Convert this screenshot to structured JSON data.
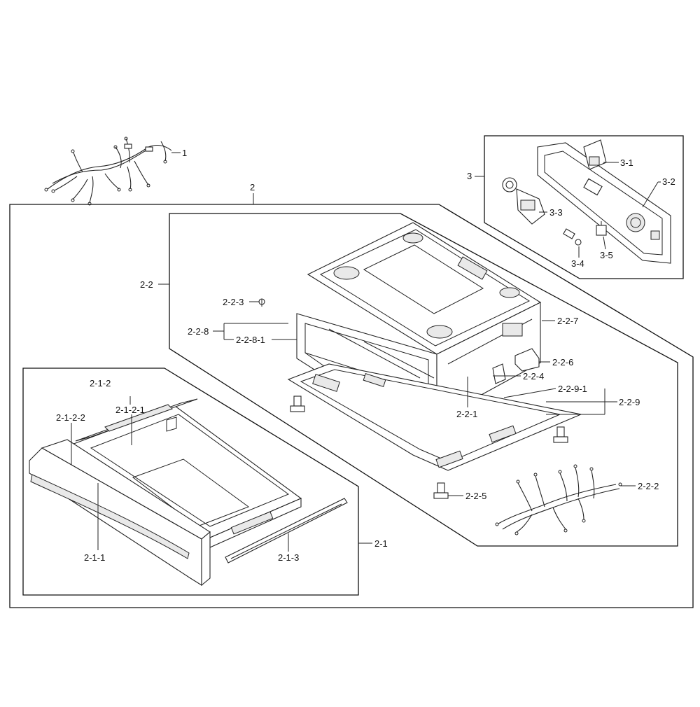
{
  "labels": {
    "p1": "1",
    "p2": "2",
    "p2_1": "2-1",
    "p2_1_1": "2-1-1",
    "p2_1_2": "2-1-2",
    "p2_1_2_1": "2-1-2-1",
    "p2_1_2_2": "2-1-2-2",
    "p2_1_3": "2-1-3",
    "p2_2": "2-2",
    "p2_2_1": "2-2-1",
    "p2_2_2": "2-2-2",
    "p2_2_3": "2-2-3",
    "p2_2_4": "2-2-4",
    "p2_2_5": "2-2-5",
    "p2_2_6": "2-2-6",
    "p2_2_7": "2-2-7",
    "p2_2_8": "2-2-8",
    "p2_2_8_1": "2-2-8-1",
    "p2_2_9": "2-2-9",
    "p2_2_9_1": "2-2-9-1",
    "p3": "3",
    "p3_1": "3-1",
    "p3_2": "3-2",
    "p3_3": "3-3",
    "p3_4": "3-4",
    "p3_5": "3-5"
  }
}
